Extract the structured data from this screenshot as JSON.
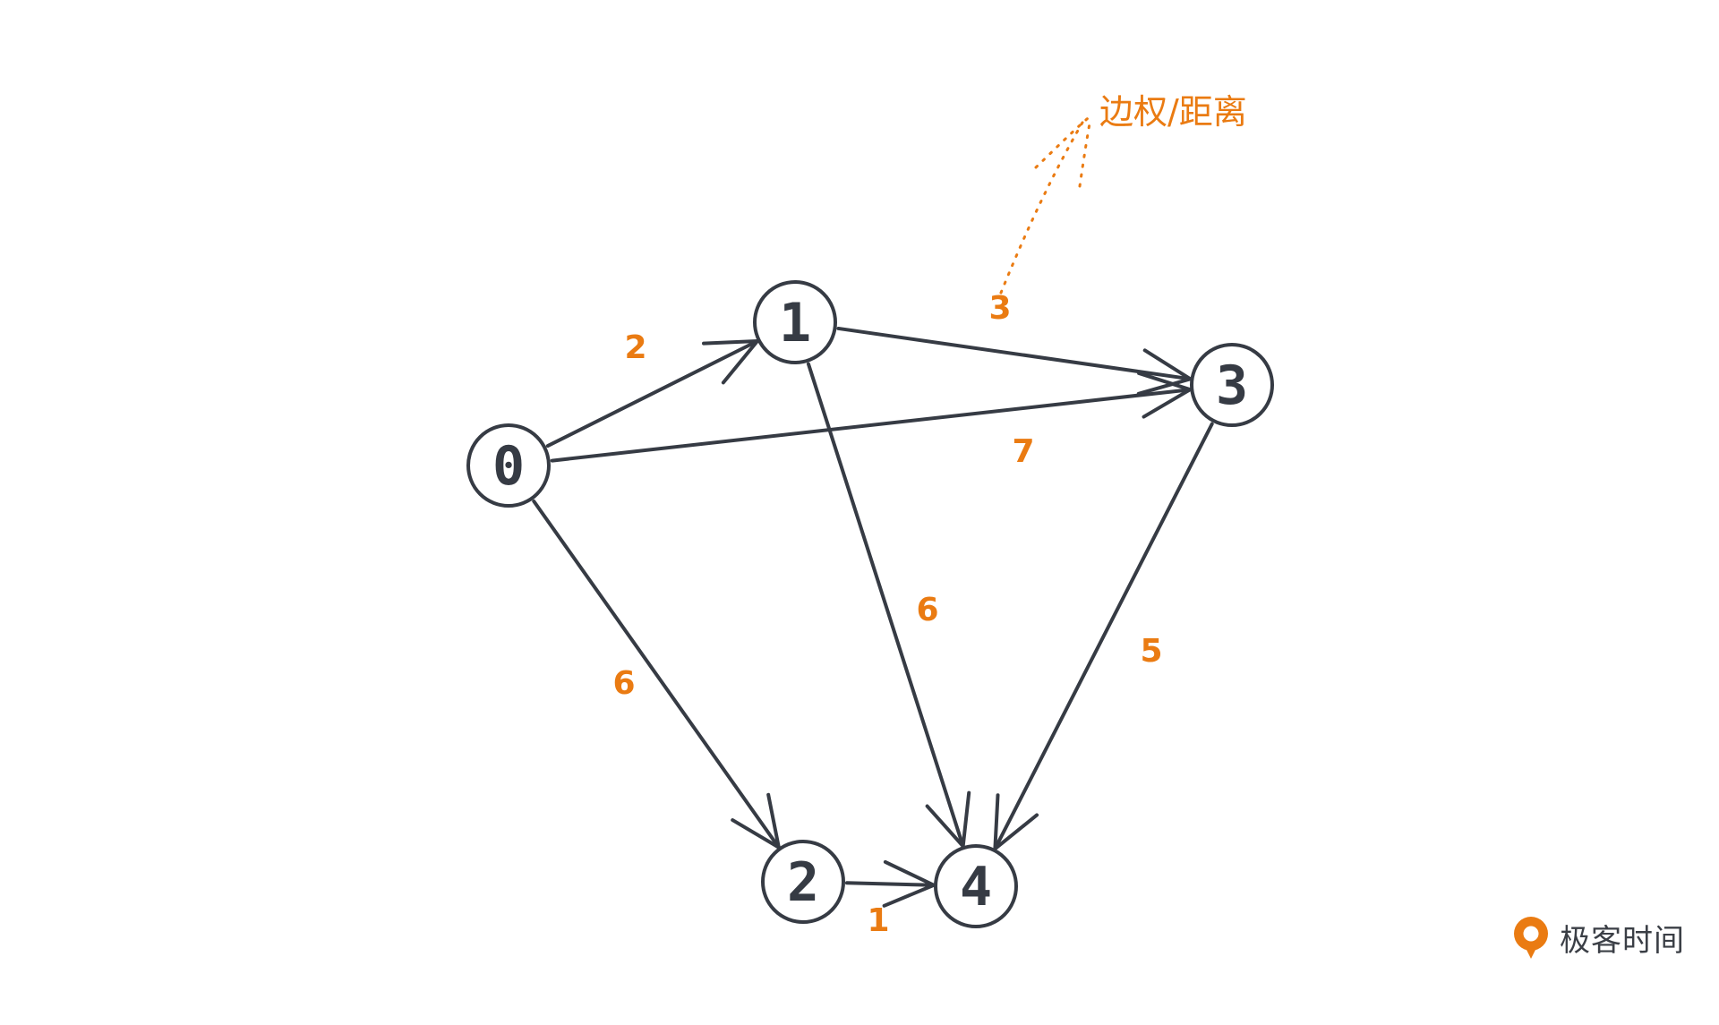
{
  "annotation": {
    "label": "边权/距离",
    "color": "#ea7b12"
  },
  "graph": {
    "node_color": "#363b44",
    "weight_color": "#ea7b12",
    "nodes": [
      {
        "id": "0",
        "label": "0"
      },
      {
        "id": "1",
        "label": "1"
      },
      {
        "id": "2",
        "label": "2"
      },
      {
        "id": "3",
        "label": "3"
      },
      {
        "id": "4",
        "label": "4"
      }
    ],
    "edges": [
      {
        "from": "0",
        "to": "1",
        "weight": "2"
      },
      {
        "from": "0",
        "to": "3",
        "weight": "7"
      },
      {
        "from": "0",
        "to": "2",
        "weight": "6"
      },
      {
        "from": "1",
        "to": "3",
        "weight": "3"
      },
      {
        "from": "1",
        "to": "4",
        "weight": "6"
      },
      {
        "from": "3",
        "to": "4",
        "weight": "5"
      },
      {
        "from": "2",
        "to": "4",
        "weight": "1"
      }
    ]
  },
  "brand": {
    "name": "极客时间",
    "icon": "geektime-logo-icon"
  }
}
